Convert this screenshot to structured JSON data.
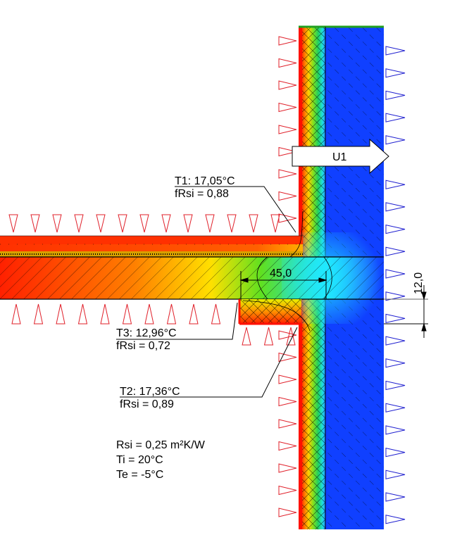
{
  "annotations": {
    "t1": {
      "temp": "T1: 17,05°C",
      "frsi": "fRsi = 0,88"
    },
    "t2": {
      "temp": "T2: 17,36°C",
      "frsi": "fRsi = 0,89"
    },
    "t3": {
      "temp": "T3: 12,96°C",
      "frsi": "fRsi = 0,72"
    }
  },
  "boundary": {
    "rsi": "Rsi = 0,25 m²K/W",
    "ti": "Ti = 20°C",
    "te": "Te = -5°C"
  },
  "flow_arrow": {
    "label": "U1"
  },
  "dimensions": {
    "horizontal": "45,0",
    "vertical": "12,0"
  },
  "colors": {
    "interior_marker": "#e0202a",
    "exterior_marker": "#2020d0",
    "hot": "#ff1a00",
    "cold": "#1040ff"
  }
}
